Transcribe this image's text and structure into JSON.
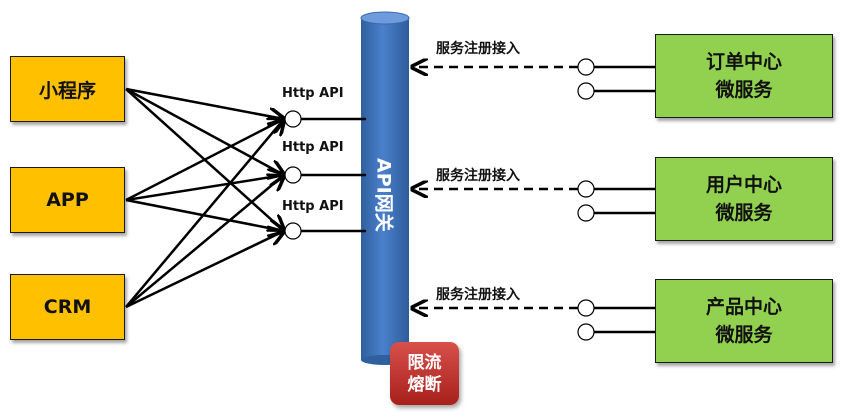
{
  "clients": [
    {
      "label": "小程序"
    },
    {
      "label": "APP"
    },
    {
      "label": "CRM"
    }
  ],
  "gateway": {
    "label": "API网关",
    "color": "#3D74C0",
    "endpoints": [
      {
        "label": "Http API"
      },
      {
        "label": "Http API"
      },
      {
        "label": "Http API"
      }
    ],
    "badge": {
      "line1": "限流",
      "line2": "熔断",
      "color": "#C0322E"
    }
  },
  "services": [
    {
      "line1": "订单中心",
      "line2": "微服务",
      "registration_label": "服务注册接入"
    },
    {
      "line1": "用户中心",
      "line2": "微服务",
      "registration_label": "服务注册接入"
    },
    {
      "line1": "产品中心",
      "line2": "微服务",
      "registration_label": "服务注册接入"
    }
  ],
  "colors": {
    "client_fill": "#FFC000",
    "service_fill": "#92D050",
    "line": "#000000"
  }
}
